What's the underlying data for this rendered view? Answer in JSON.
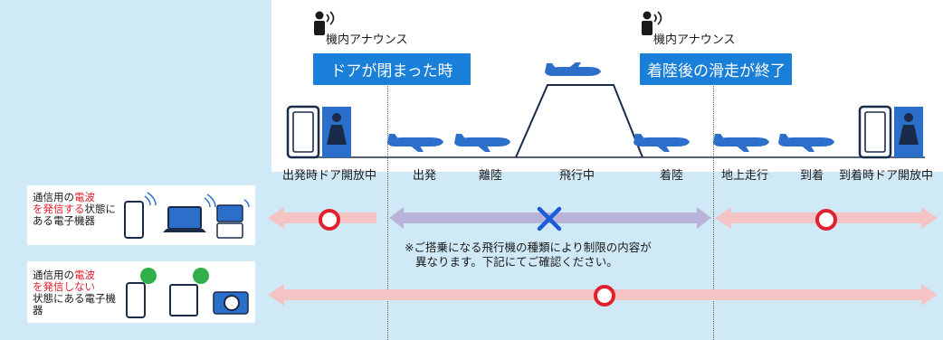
{
  "announcements": [
    {
      "label": "機内アナウンス",
      "callout": "ドアが閉まった時"
    },
    {
      "label": "機内アナウンス",
      "callout": "着陸後の滑走が終了"
    }
  ],
  "phases": [
    "出発時ドア開放中",
    "出発",
    "離陸",
    "飛行中",
    "着陸",
    "地上走行",
    "到着",
    "到着時ドア開放中"
  ],
  "rows": [
    {
      "desc_parts": [
        "通信用の",
        "電波",
        "を発信する",
        "状態にある電子機器"
      ],
      "allowed_before": "○",
      "allowed_flight": "×",
      "allowed_after": "○"
    },
    {
      "desc_parts": [
        "通信用の",
        "電波",
        "を発信しない",
        "状態にある電子機器"
      ],
      "allowed_all": "○"
    }
  ],
  "note_line1": "※ご搭乗になる飛行機の種類により制限の内容が",
  "note_line2": "異なります。下記にてご確認ください。",
  "colors": {
    "callout": "#1a7fd8",
    "allowed_arrow": "#f4c3c3",
    "restricted_arrow": "#b9b3da",
    "circle": "#e2202e",
    "cross": "#1e5bd6",
    "plane": "#2c6fcb"
  }
}
